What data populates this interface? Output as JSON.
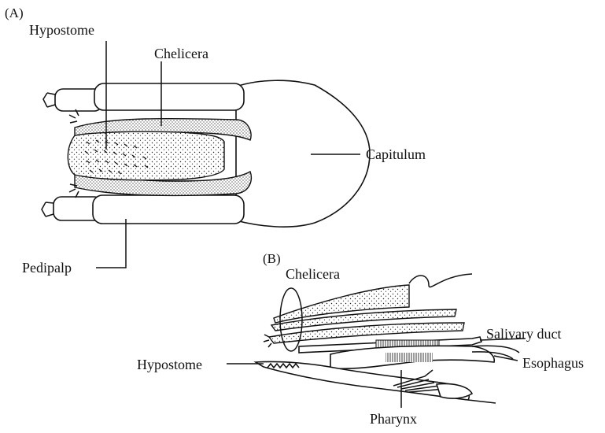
{
  "panels": {
    "a": {
      "tag": "(A)",
      "labels": {
        "hypostome": "Hypostome",
        "chelicera": "Chelicera",
        "capitulum": "Capitulum",
        "pedipalp": "Pedipalp"
      }
    },
    "b": {
      "tag": "(B)",
      "labels": {
        "chelicera": "Chelicera",
        "salivary_duct": "Salivary duct",
        "hypostome": "Hypostome",
        "esophagus": "Esophagus",
        "pharynx": "Pharynx"
      }
    }
  }
}
